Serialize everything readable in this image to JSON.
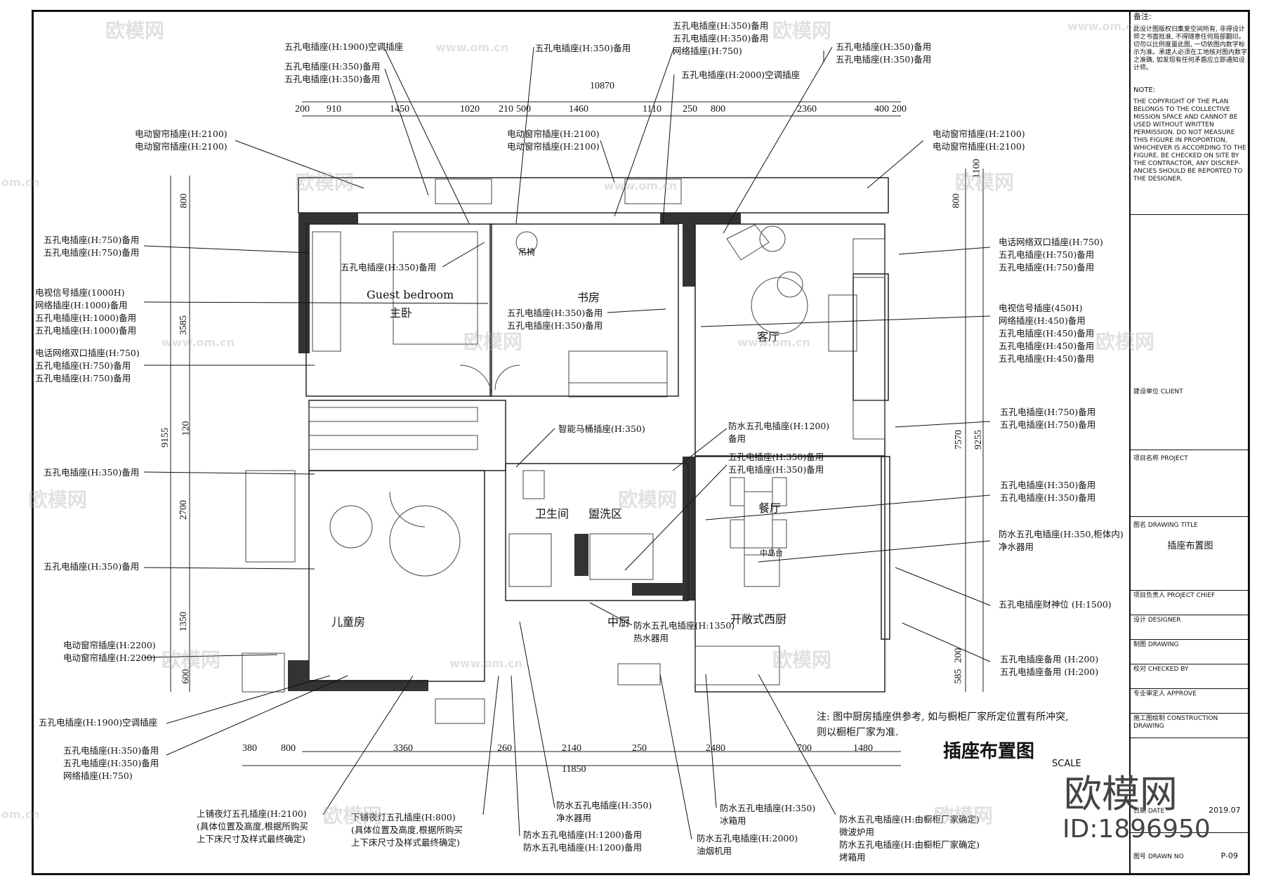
{
  "rooms": {
    "guest_en": "Guest bedroom",
    "master": "主卧",
    "study": "书房",
    "chair": "吊椅",
    "living": "客厅",
    "bath": "卫生间",
    "wash": "盥洗区",
    "dining": "餐厅",
    "kids": "儿童房",
    "kitchen": "中厨",
    "west_kitchen": "开敞式西厨",
    "tai": "中岛台"
  },
  "dims": {
    "top_total": "10870",
    "top": [
      "200",
      "910",
      "1450",
      "1020",
      "210",
      "500",
      "1460",
      "1110",
      "250",
      "800",
      "2360",
      "400",
      "200"
    ],
    "bottom_total": "11850",
    "bottom": [
      "380",
      "800",
      "3360",
      "260",
      "2140",
      "250",
      "2480",
      "700",
      "1480"
    ],
    "left": [
      "800",
      "3585",
      "120",
      "9155",
      "2700",
      "1350",
      "600"
    ],
    "right": [
      "800",
      "1100",
      "7570",
      "9255",
      "200",
      "585"
    ]
  },
  "labels": {
    "l1": [
      "五孔电插座(H:1900)空调插座"
    ],
    "l2": [
      "五孔电插座(H:350)备用",
      "五孔电插座(H:350)备用"
    ],
    "l3": [
      "五孔电插座(H:350)备用"
    ],
    "l4": [
      "五孔电插座(H:350)备用",
      "五孔电插座(H:350)备用",
      "网络插座(H:750)"
    ],
    "l5": [
      "五孔电插座(H:2000)空调插座"
    ],
    "l6": [
      "五孔电插座(H:350)备用",
      "五孔电插座(H:350)备用"
    ],
    "l7": [
      "电动窗帘插座(H:2100)",
      "电动窗帘插座(H:2100)"
    ],
    "l8": [
      "电动窗帘插座(H:2100)",
      "电动窗帘插座(H:2100)"
    ],
    "l9": [
      "电动窗帘插座(H:2100)",
      "电动窗帘插座(H:2100)"
    ],
    "l10": [
      "五孔电插座(H:750)备用",
      "五孔电插座(H:750)备用"
    ],
    "l11": [
      "五孔电插座(H:350)备用"
    ],
    "l12": [
      "电话网络双口插座(H:750)",
      "五孔电插座(H:750)备用",
      "五孔电插座(H:750)备用"
    ],
    "l13": [
      "电视信号插座(1000H)",
      "网络插座(H:1000)备用",
      "五孔电插座(H:1000)备用",
      "五孔电插座(H:1000)备用"
    ],
    "l14": [
      "五孔电插座(H:350)备用",
      "五孔电插座(H:350)备用"
    ],
    "l15": [
      "电视信号插座(450H)",
      "网络插座(H:450)备用",
      "五孔电插座(H:450)备用",
      "五孔电插座(H:450)备用",
      "五孔电插座(H:450)备用"
    ],
    "l16": [
      "电话网络双口插座(H:750)",
      "五孔电插座(H:750)备用",
      "五孔电插座(H:750)备用"
    ],
    "l17": [
      "五孔电插座(H:750)备用",
      "五孔电插座(H:750)备用"
    ],
    "l18": [
      "智能马桶插座(H:350)"
    ],
    "l19": [
      "防水五孔电插座(H:1200)",
      "备用"
    ],
    "l20": [
      "五孔电插座(H:350)备用",
      "五孔电插座(H:350)备用"
    ],
    "l21": [
      "五孔电插座(H:350)备用"
    ],
    "l22": [
      "五孔电插座(H:350)备用",
      "五孔电插座(H:350)备用"
    ],
    "l23": [
      "防水五孔电插座(H:350,柜体内)",
      "净水器用"
    ],
    "l24": [
      "五孔电插座(H:350)备用"
    ],
    "l25": [
      "五孔电插座财神位 (H:1500)"
    ],
    "l26": [
      "防水五孔电插座(H:1350)",
      "热水器用"
    ],
    "l27": [
      "电动窗帘插座(H:2200)",
      "电动窗帘插座(H:2200)"
    ],
    "l28": [
      "五孔电插座备用 (H:200)",
      "五孔电插座备用 (H:200)"
    ],
    "l29": [
      "五孔电插座(H:1900)空调插座"
    ],
    "l30": [
      "五孔电插座(H:350)备用",
      "五孔电插座(H:350)备用",
      "网络插座(H:750)"
    ],
    "l31": [
      "上铺夜灯五孔插座(H:2100)",
      "(具体位置及高度,根据所购买",
      "上下床尺寸及样式最终确定)"
    ],
    "l32": [
      "下铺夜灯五孔插座(H:800)",
      "(具体位置及高度,根据所购买",
      "上下床尺寸及样式最终确定)"
    ],
    "l33": [
      "防水五孔电插座(H:350)",
      "净水器用"
    ],
    "l34": [
      "防水五孔电插座(H:1200)备用",
      "防水五孔电插座(H:1200)备用"
    ],
    "l35": [
      "防水五孔电插座(H:350)",
      "冰箱用"
    ],
    "l36": [
      "防水五孔电插座(H:2000)",
      "油烟机用"
    ],
    "l37": [
      "防水五孔电插座(H:由橱柜厂家确定)",
      "微波炉用",
      "防水五孔电插座(H:由橱柜厂家确定)",
      "烤箱用"
    ]
  },
  "note": [
    "注: 图中厨房插座供参考, 如与橱柜厂家所定位置有所冲突,",
    "则以橱柜厂家为准."
  ],
  "drawing_title": "插座布置图",
  "scale_text": "SCALE",
  "title_block": {
    "remarks_head": "备注:",
    "remarks_cn": "此设计图版权归集爱空间所有, 非得设计师之书面批准, 不得随意任何局部翻印。切勿以比例度量此图, 一切依图内数字标示为准。承建人必须在工地核对图内数字之准确, 如发现有任何矛盾应立即通知设计师。",
    "note_head": "NOTE:",
    "note_en": "THE COPYRIGHT OF THE PLAN BELONGS TO THE COLLECTIVE MISSION SPACE AND CANNOT BE USED WITHOUT WRITTEN PERMISSION. DO NOT MEASURE THIS FIGURE IN PROPORTION, WHICHEVER IS ACCORDING TO THE FIGURE. BE CHECKED ON SITE BY THE CONTRACTOR, ANY DISCREP-ANCIES SHOULD BE REPORTED TO THE DESIGNER.",
    "client": "建设单位 CLIENT",
    "project": "项目名称 PROJECT",
    "drawing_title_label": "图名 DRAWING TITLE",
    "drawing_title_value": "插座布置图",
    "project_chief": "项目负责人 PROJECT CHIEF",
    "designer": "设计 DESIGNER",
    "drawing": "制图 DRAWING",
    "checked": "校对 CHECKED BY",
    "approve": "专业审定人 APPROVE",
    "construction": "施工图绘制 CONSTRUCTION DRAWING",
    "date_label": "日期 DATE",
    "date_value": "2019.07",
    "drawn_no_label": "图号 DRAWN NO",
    "drawn_no_value": "P-09"
  },
  "watermark": {
    "text": "欧模网",
    "url": "www.om.cn",
    "url_short": "om.cn",
    "brand": "欧模网",
    "id": "ID:1896950"
  }
}
